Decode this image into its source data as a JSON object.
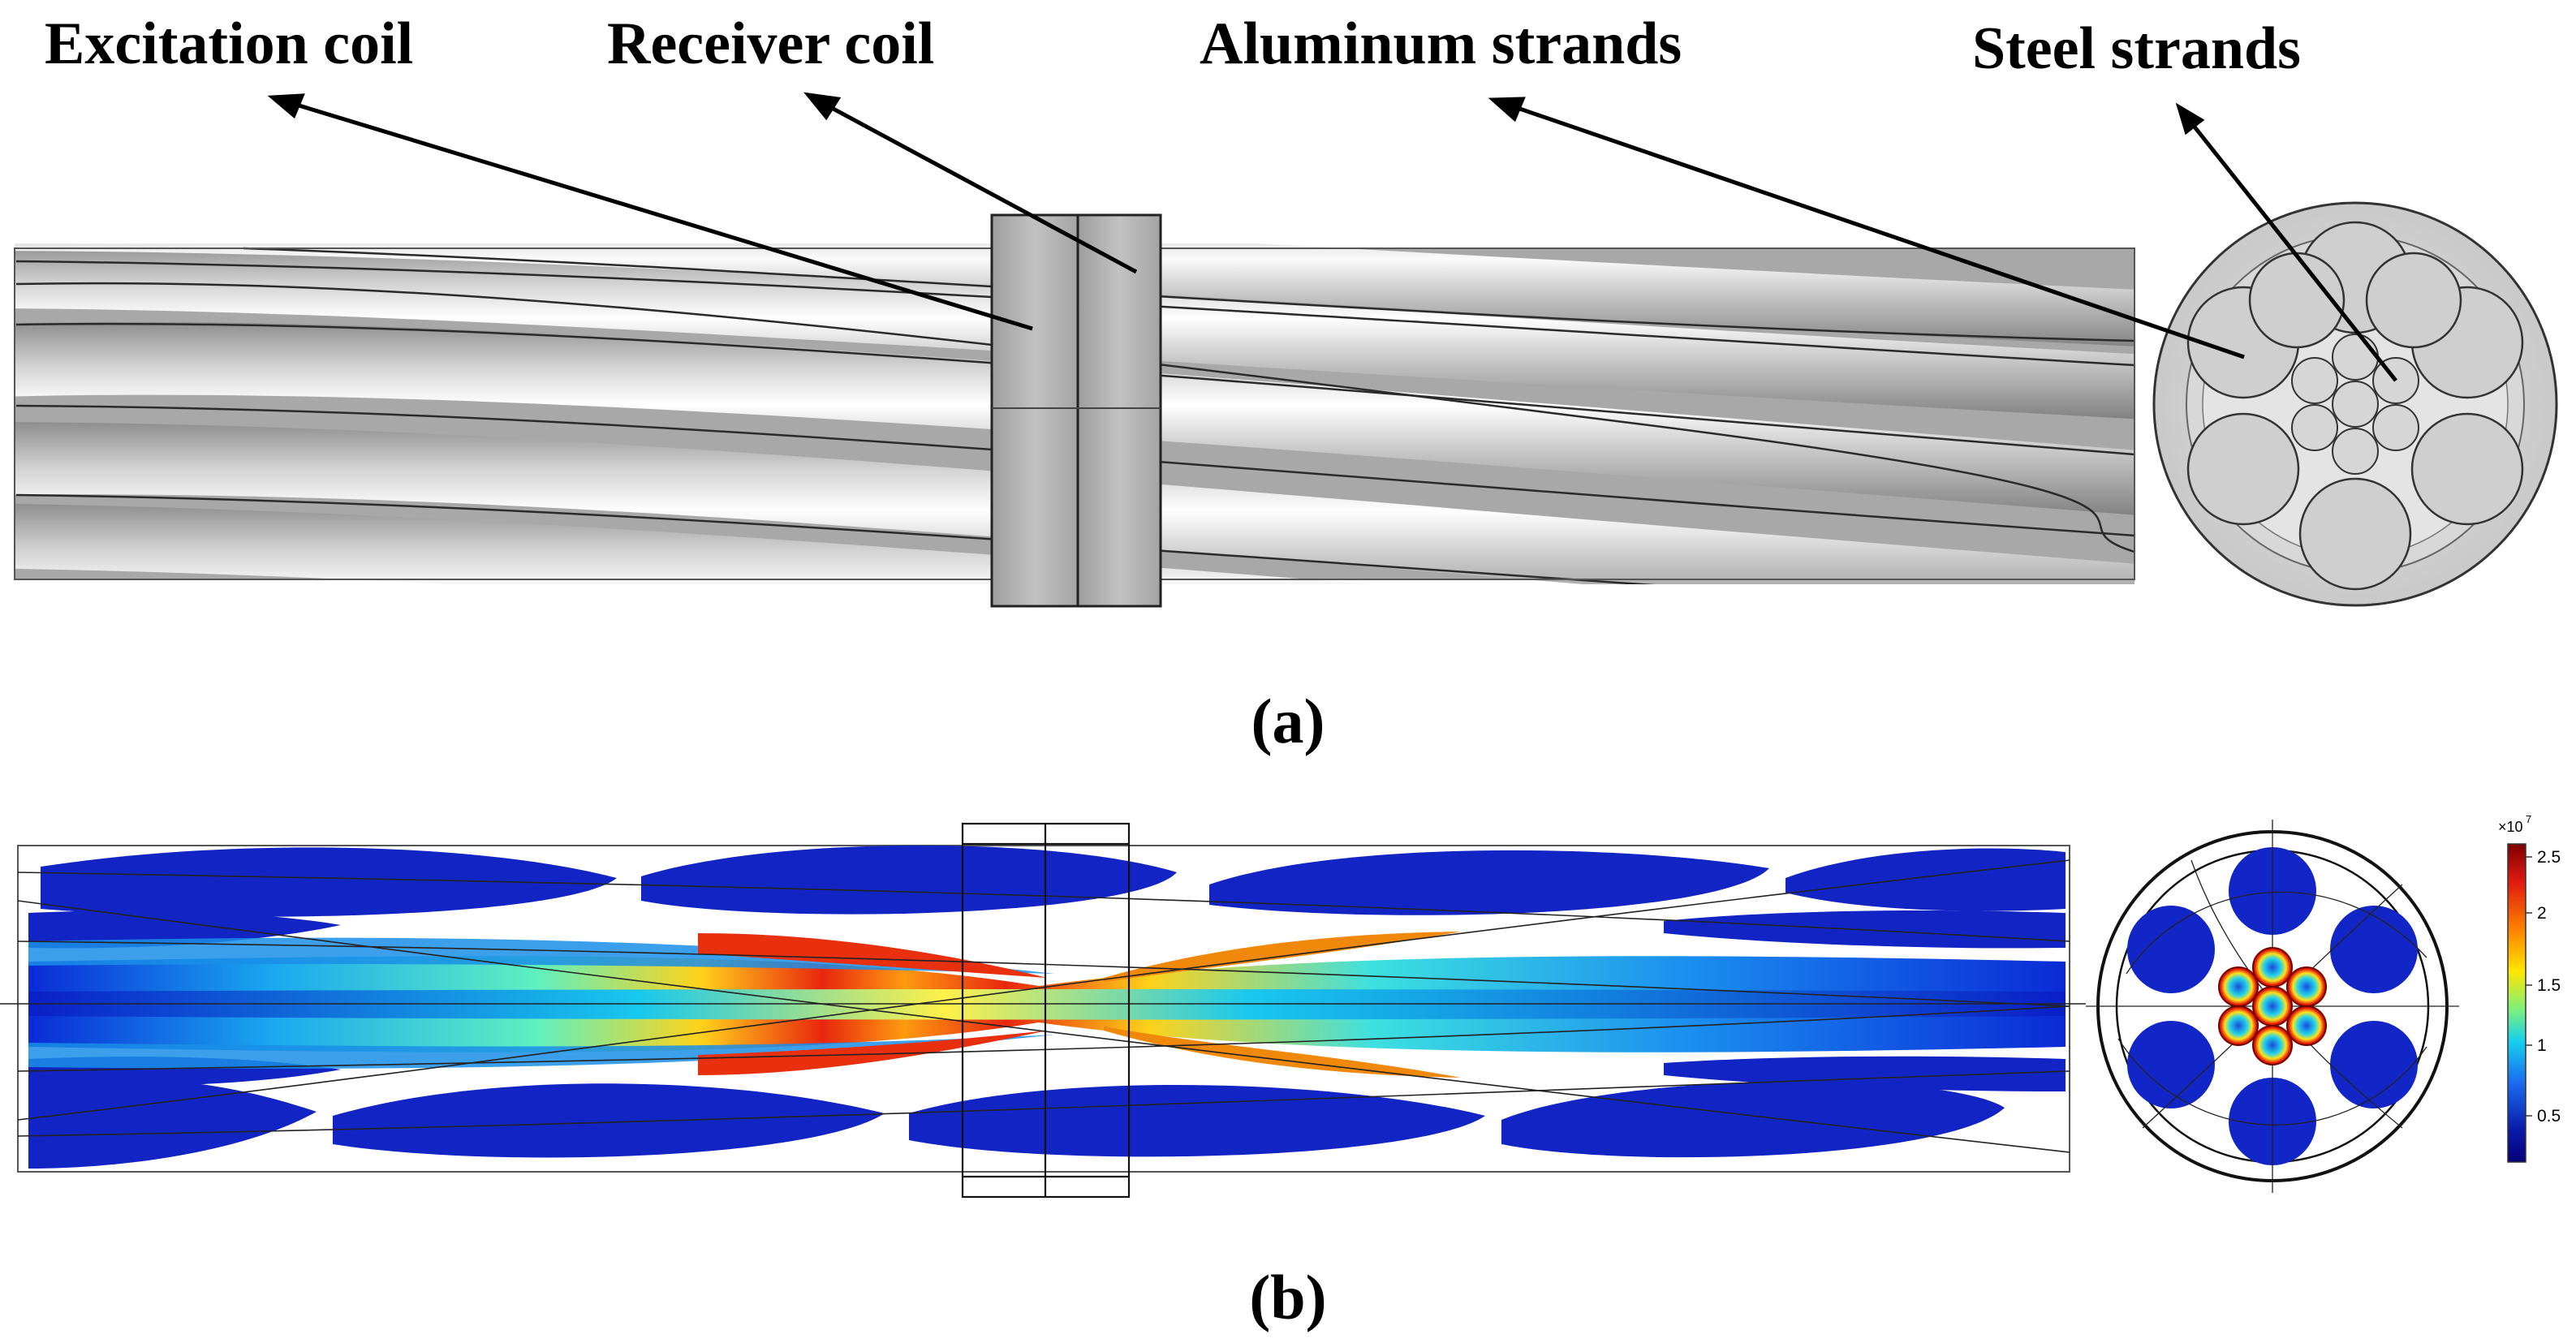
{
  "panel_a": {
    "labels": {
      "excitation_coil": "Excitation coil",
      "receiver_coil": "Receiver coil",
      "aluminum_strands": "Aluminum strands",
      "steel_strands": "Steel strands"
    },
    "caption": "(a)"
  },
  "panel_b": {
    "caption": "(b)",
    "colorbar": {
      "multiplier": "×10",
      "exponent": "7",
      "ticks": [
        "2.5",
        "2",
        "1.5",
        "1",
        "0.5"
      ],
      "colors": [
        "#7f0000",
        "#e01a10",
        "#ff8a00",
        "#ffe600",
        "#7df07a",
        "#16d0ee",
        "#1a6cf0",
        "#0a1aa8",
        "#06007a"
      ]
    }
  },
  "colors": {
    "strand_light": "#f4f4f4",
    "strand_dark": "#9a9a9a",
    "coil": "#b4b4b4",
    "field_low": "#0c1ec8",
    "field_mid": "#22c7e8",
    "field_high": "#e82a12"
  }
}
